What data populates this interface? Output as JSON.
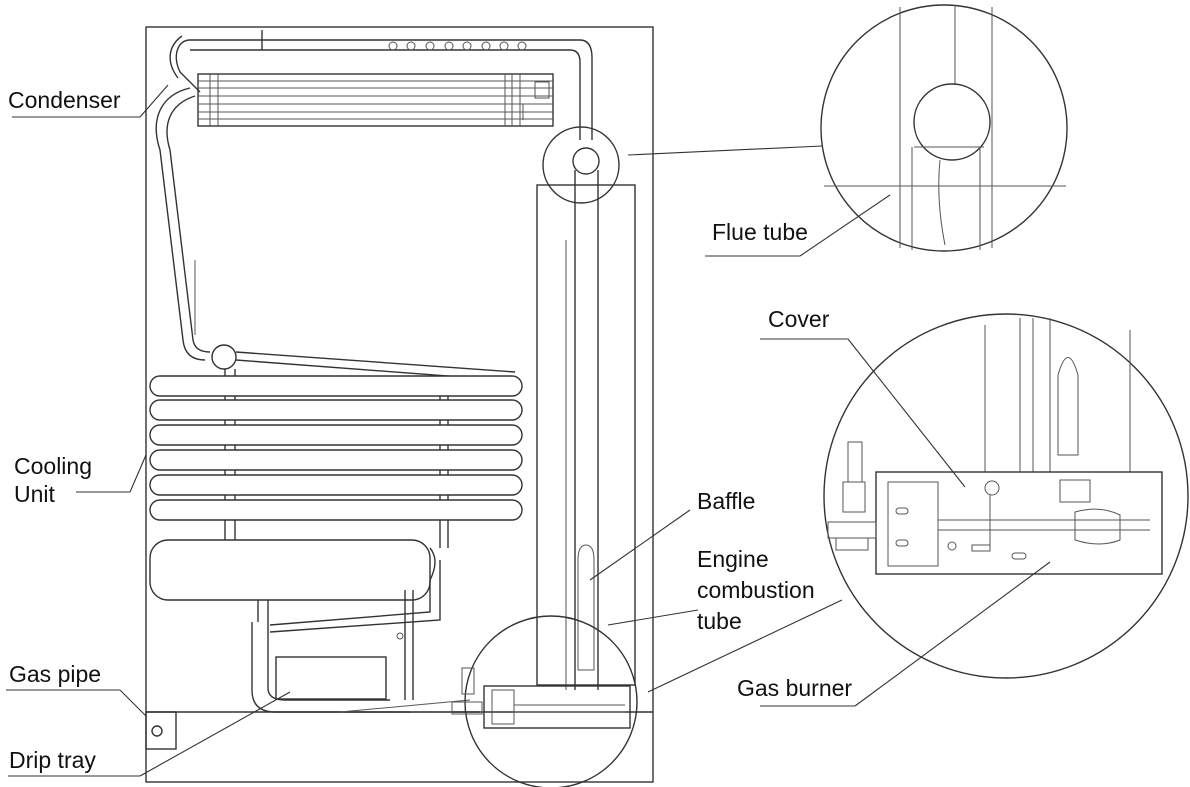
{
  "labels": {
    "condenser": "Condenser",
    "cooling_unit_line1": "Cooling",
    "cooling_unit_line2": "Unit",
    "gas_pipe": "Gas pipe",
    "drip_tray": "Drip tray",
    "flue_tube": "Flue tube",
    "cover": "Cover",
    "baffle": "Baffle",
    "engine_line1": "Engine",
    "engine_line2": "combustion",
    "engine_line3": "tube",
    "gas_burner": "Gas burner"
  }
}
